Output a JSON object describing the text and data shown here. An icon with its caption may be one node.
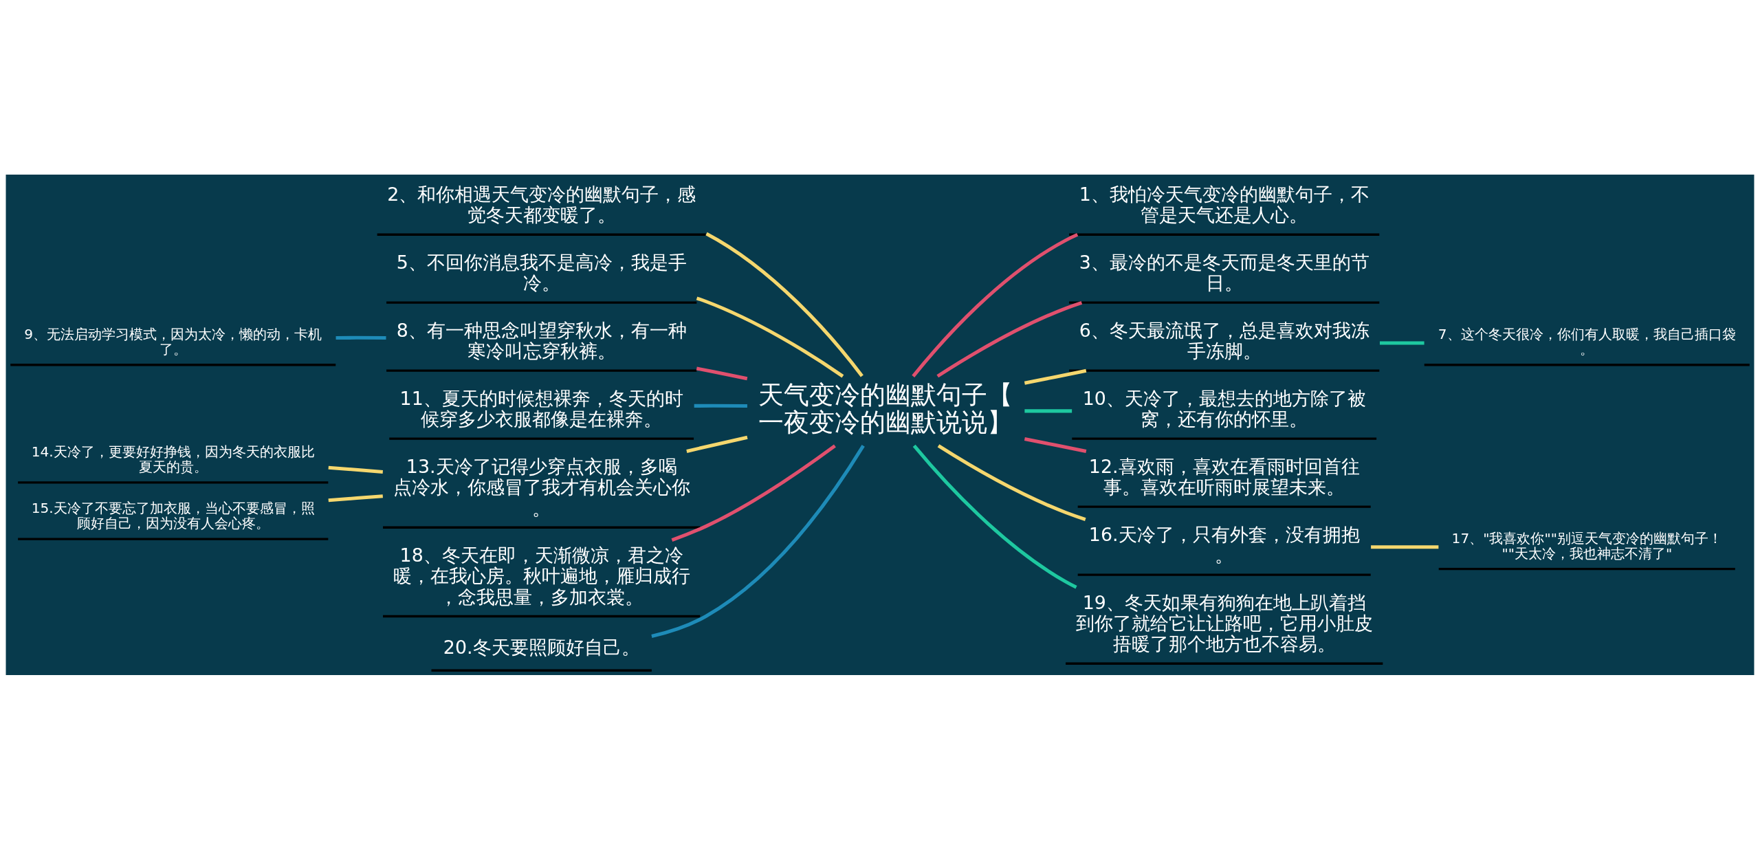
{
  "diagram": {
    "nodes": [
      {
        "text": [
          "天气变冷的幽默句子【一夜变冷的幽默说说】"
        ]
      },
      {
        "text": [
          "2、和你相遇天气变冷的幽默句子，感觉冬天都变暖了。"
        ]
      },
      {
        "text": [
          "5、不回你消息我不是高冷，我是手冷。"
        ]
      },
      {
        "text": [
          "8、有一种思念叫望穿秋水，有一种寒冷叫忘穿秋裤。"
        ]
      },
      {
        "text": [
          "9、无法启动学习模式，因为太冷，懒的动，卡机了。"
        ]
      },
      {
        "text": [
          "11、夏天的时候想裸奔，冬天的时候穿多少衣服都像是在裸奔。"
        ]
      },
      {
        "text": [
          "13.天冷了记得少穿点衣服，多喝点冷水，你感冒了我才有机会关心你。"
        ]
      },
      {
        "text": [
          "14.天冷了，更要好好挣钱，因为冬天的衣服比夏天的贵。"
        ]
      },
      {
        "text": [
          "15.天冷了不要忘了加衣服，当心不要感冒，照顾好自己，因为没有人会心疼。"
        ]
      },
      {
        "text": [
          "18、冬天在即，天渐微凉，君之冷暖，在我心房。秋叶遍地，雁归成行，念我思量，多加衣裳。"
        ]
      },
      {
        "text": [
          "20.冬天要照顾好自己。"
        ]
      },
      {
        "text": [
          "1、我怕冷天气变冷的幽默句子，不管是天气还是人心。"
        ]
      },
      {
        "text": [
          "3、最冷的不是冬天而是冬天里的节日。"
        ]
      },
      {
        "text": [
          "6、冬天最流氓了，总是喜欢对我冻手冻脚。"
        ]
      },
      {
        "text": [
          "7、这个冬天很冷，你们有人取暖，我自己插口袋。"
        ]
      },
      {
        "text": [
          "10、天冷了，最想去的地方除了被窝，还有你的怀里。"
        ]
      },
      {
        "text": [
          "12.喜欢雨，喜欢在看雨时回首往事。喜欢在听雨时展望未来。"
        ]
      },
      {
        "text": [
          "16.天冷了，只有外套，没有拥抱。"
        ]
      },
      {
        "text": [
          "17、\"我喜欢你\"\"别逗天气变冷的幽默句子！\"\"天太冷，我也神志不清了\""
        ]
      },
      {
        "text": [
          "19、冬天如果有狗狗在地上趴着挡到你了就给它让让路吧，它用小肚皮捂暖了那个地方也不容易。"
        ]
      }
    ],
    "edges": [
      {
        "from": 0,
        "to": 1,
        "arrow": "none",
        "color": "#f5d76e"
      },
      {
        "from": 0,
        "to": 2,
        "arrow": "none",
        "color": "#f5d76e"
      },
      {
        "from": 0,
        "to": 3,
        "arrow": "none",
        "color": "#e0506e"
      },
      {
        "from": 3,
        "to": 4,
        "arrow": "none",
        "color": "#1e8bb8"
      },
      {
        "from": 0,
        "to": 5,
        "arrow": "none",
        "color": "#1e8bb8"
      },
      {
        "from": 0,
        "to": 6,
        "arrow": "none",
        "color": "#f5d76e"
      },
      {
        "from": 6,
        "to": 7,
        "arrow": "none",
        "color": "#f5d76e"
      },
      {
        "from": 6,
        "to": 8,
        "arrow": "none",
        "color": "#f5d76e"
      },
      {
        "from": 0,
        "to": 9,
        "arrow": "none",
        "color": "#e0506e"
      },
      {
        "from": 0,
        "to": 10,
        "arrow": "none",
        "color": "#1e8bb8"
      },
      {
        "from": 0,
        "to": 11,
        "arrow": "none",
        "color": "#e0506e"
      },
      {
        "from": 0,
        "to": 12,
        "arrow": "none",
        "color": "#e0506e"
      },
      {
        "from": 0,
        "to": 13,
        "arrow": "none",
        "color": "#f5d76e"
      },
      {
        "from": 13,
        "to": 14,
        "arrow": "none",
        "color": "#1ec8a0"
      },
      {
        "from": 0,
        "to": 15,
        "arrow": "none",
        "color": "#1ec8a0"
      },
      {
        "from": 0,
        "to": 16,
        "arrow": "none",
        "color": "#e0506e"
      },
      {
        "from": 0,
        "to": 17,
        "arrow": "none",
        "color": "#f5d76e"
      },
      {
        "from": 17,
        "to": 18,
        "arrow": "none",
        "color": "#f5d76e"
      },
      {
        "from": 0,
        "to": 19,
        "arrow": "none",
        "color": "#1ec8a0"
      }
    ]
  }
}
